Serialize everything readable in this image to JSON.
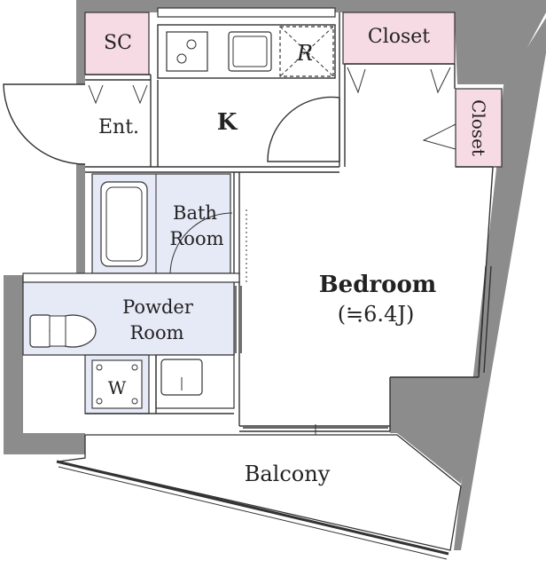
{
  "rooms": {
    "sc": "SC",
    "closet_top": "Closet",
    "closet_side": "Closet",
    "refrigerator": "R",
    "entrance": "Ent.",
    "kitchen": "K",
    "bath_line1": "Bath",
    "bath_line2": "Room",
    "bedroom_name": "Bedroom",
    "bedroom_size": "(≒6.4J)",
    "powder_line1": "Powder",
    "powder_line2": "Room",
    "washer": "W",
    "balcony": "Balcony"
  },
  "colors": {
    "wall": "#8c8c8c",
    "closet_fill": "#f7dbe4",
    "wet_area_fill": "#e6e9f6",
    "floor": "#ffffff"
  }
}
